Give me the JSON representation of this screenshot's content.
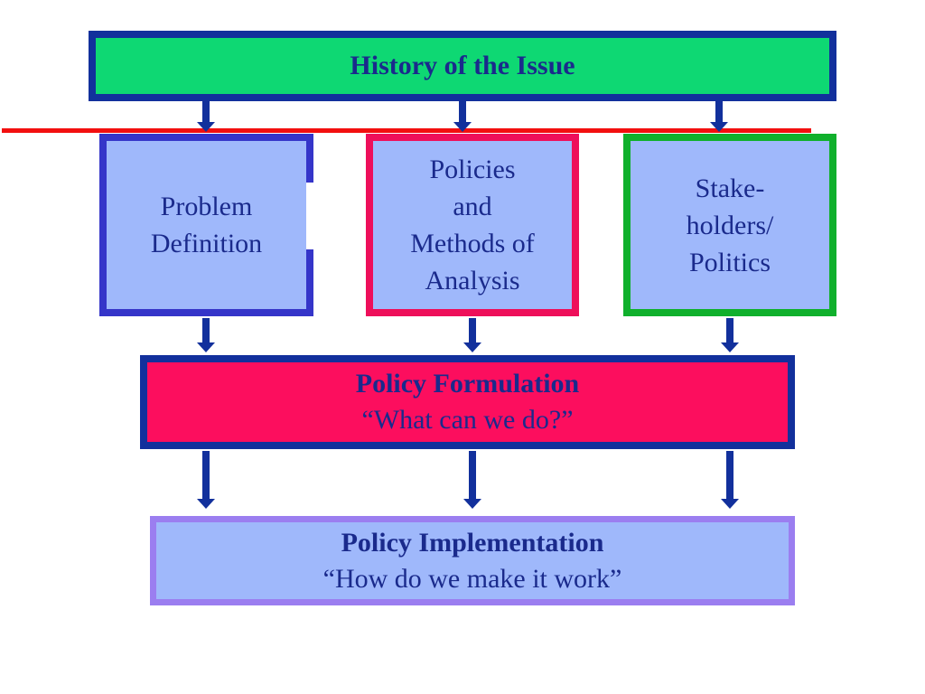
{
  "history": {
    "title": "History of the Issue"
  },
  "columns": [
    {
      "label_lines": [
        "Problem",
        "Definition"
      ]
    },
    {
      "label_lines": [
        "Policies",
        "and",
        "Methods of",
        "Analysis"
      ]
    },
    {
      "label_lines": [
        "Stake-",
        "holders/",
        "Politics"
      ]
    }
  ],
  "formulation": {
    "title": "Policy Formulation",
    "subtitle": "“What can we do?”"
  },
  "implementation": {
    "title": "Policy Implementation",
    "subtitle": "“How do we make it work”"
  },
  "colors": {
    "history_fill": "#0ed873",
    "navy": "#12309c",
    "red_line": "#f20f0f",
    "box_fill": "#9fb8fb",
    "problem_border": "#3535c9",
    "policies_border": "#ee0f5a",
    "stakeholders_border": "#10b02c",
    "formulation_fill": "#fc0e5e",
    "implementation_border": "#9b7ef0",
    "text": "#1a2a8c"
  }
}
